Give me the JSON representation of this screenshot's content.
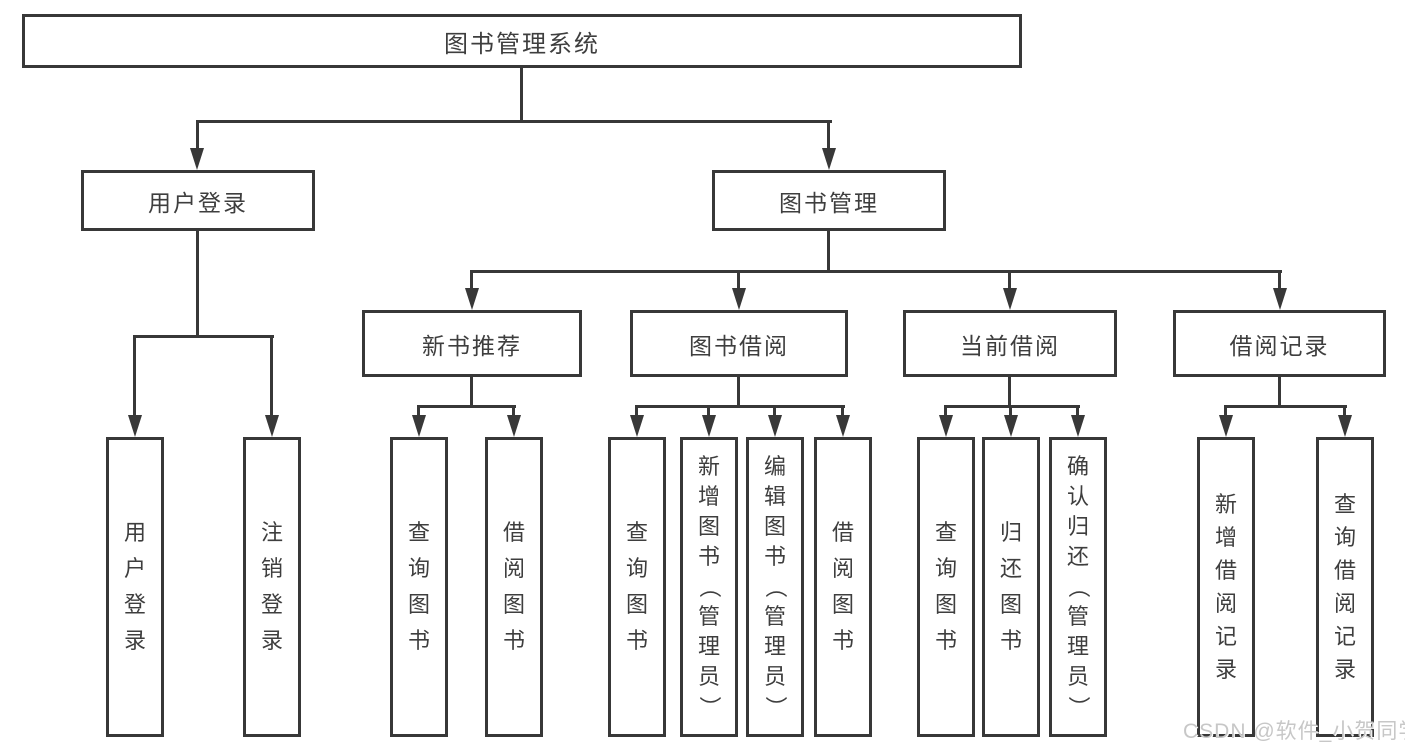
{
  "title": "图书管理系统",
  "colors": {
    "background": "#ffffff",
    "line": "#383838",
    "node_border": "#383838",
    "text": "#3e3e3e",
    "watermark": "#c7c7c7"
  },
  "tree": {
    "root": {
      "label": "图书管理系统"
    },
    "branches": [
      {
        "label": "用户登录",
        "children": [
          {
            "label": "用户登录"
          },
          {
            "label": "注销登录"
          }
        ]
      },
      {
        "label": "图书管理",
        "children": [
          {
            "label": "新书推荐",
            "children": [
              {
                "label": "查询图书"
              },
              {
                "label": "借阅图书"
              }
            ]
          },
          {
            "label": "图书借阅",
            "children": [
              {
                "label": "查询图书"
              },
              {
                "label": "新增图书（管理员）"
              },
              {
                "label": "编辑图书（管理员）"
              },
              {
                "label": "借阅图书"
              }
            ]
          },
          {
            "label": "当前借阅",
            "children": [
              {
                "label": "查询图书"
              },
              {
                "label": "归还图书"
              },
              {
                "label": "确认归还（管理员）"
              }
            ]
          },
          {
            "label": "借阅记录",
            "children": [
              {
                "label": "新增借阅记录"
              },
              {
                "label": "查询借阅记录"
              }
            ]
          }
        ]
      }
    ]
  },
  "watermark": "CSDN @软件_小贺同学"
}
